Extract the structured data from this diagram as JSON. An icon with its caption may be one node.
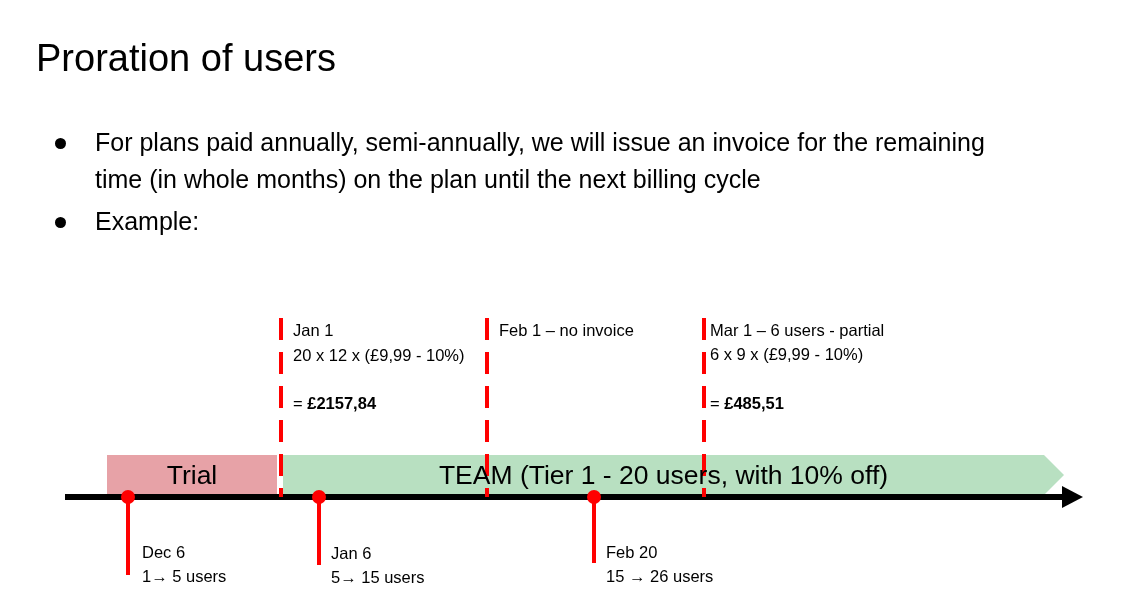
{
  "diagram": {
    "title": "Proration of users",
    "nodes": [
      {
        "text": [
          "Trial"
        ]
      },
      {
        "text": [
          "TEAM (Tier 1 - 20 users, with 10% off)"
        ]
      }
    ],
    "labels": [
      "For plans paid annually, semi-annually, we will issue an invoice for the remaining time (in whole months) on the plan until the next billing cycle",
      "Example:",
      "Jan 1",
      "20 x 12 x (£9,99 - 10%)",
      "= **£2157,84**",
      "Feb 1 – no invoice",
      "Mar 1 – 6 users - partial",
      "6 x 9 x (£9,99 - 10%)",
      "= **£485,51**",
      "Dec 6",
      "1→ 5 users",
      "Jan 6",
      "5→ 15 users",
      "Feb 20",
      "15 → 26 users"
    ]
  }
}
